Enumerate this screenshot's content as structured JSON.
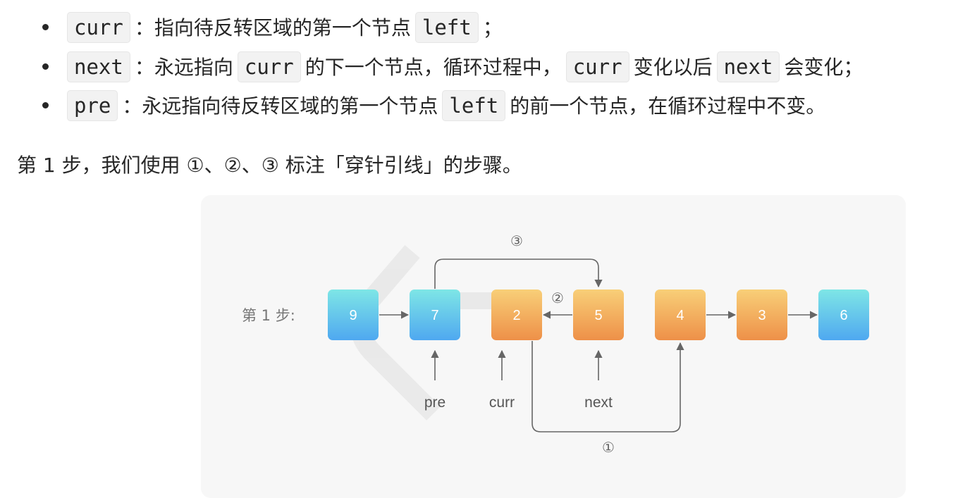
{
  "bullets": [
    {
      "parts": [
        {
          "t": "code",
          "v": "curr"
        },
        {
          "t": "text",
          "v": "：指向待反转区域的第一个节点"
        },
        {
          "t": "code",
          "v": "left"
        },
        {
          "t": "text",
          "v": "；"
        }
      ]
    },
    {
      "parts": [
        {
          "t": "code",
          "v": "next"
        },
        {
          "t": "text",
          "v": "：永远指向"
        },
        {
          "t": "code",
          "v": "curr"
        },
        {
          "t": "text",
          "v": "的下一个节点，循环过程中，"
        },
        {
          "t": "code",
          "v": "curr"
        },
        {
          "t": "text",
          "v": "变化以后"
        },
        {
          "t": "code",
          "v": "next"
        },
        {
          "t": "text",
          "v": "会变化；"
        }
      ]
    },
    {
      "parts": [
        {
          "t": "code",
          "v": "pre"
        },
        {
          "t": "text",
          "v": "：永远指向待反转区域的第一个节点"
        },
        {
          "t": "code",
          "v": "left"
        },
        {
          "t": "text",
          "v": "的前一个节点，在循环过程中不变。"
        }
      ]
    }
  ],
  "step_text": "第 1 步，我们使用 ①、②、③ 标注「穿针引线」的步骤。",
  "diagram": {
    "step_label": "第 1 步:",
    "nodes": [
      {
        "value": "9",
        "color": "blue"
      },
      {
        "value": "7",
        "color": "blue"
      },
      {
        "value": "2",
        "color": "orange"
      },
      {
        "value": "5",
        "color": "orange"
      },
      {
        "value": "4",
        "color": "orange"
      },
      {
        "value": "3",
        "color": "orange"
      },
      {
        "value": "6",
        "color": "blue"
      }
    ],
    "pointers": [
      {
        "label": "pre",
        "node": 1
      },
      {
        "label": "curr",
        "node": 2
      },
      {
        "label": "next",
        "node": 3
      }
    ],
    "markers": {
      "one": "①",
      "two": "②",
      "three": "③"
    },
    "colors": {
      "blue_top": "#7ee6e6",
      "blue_bottom": "#4fa8f0",
      "orange_top": "#f8cf78",
      "orange_bottom": "#ee9048",
      "line": "#666666"
    }
  }
}
